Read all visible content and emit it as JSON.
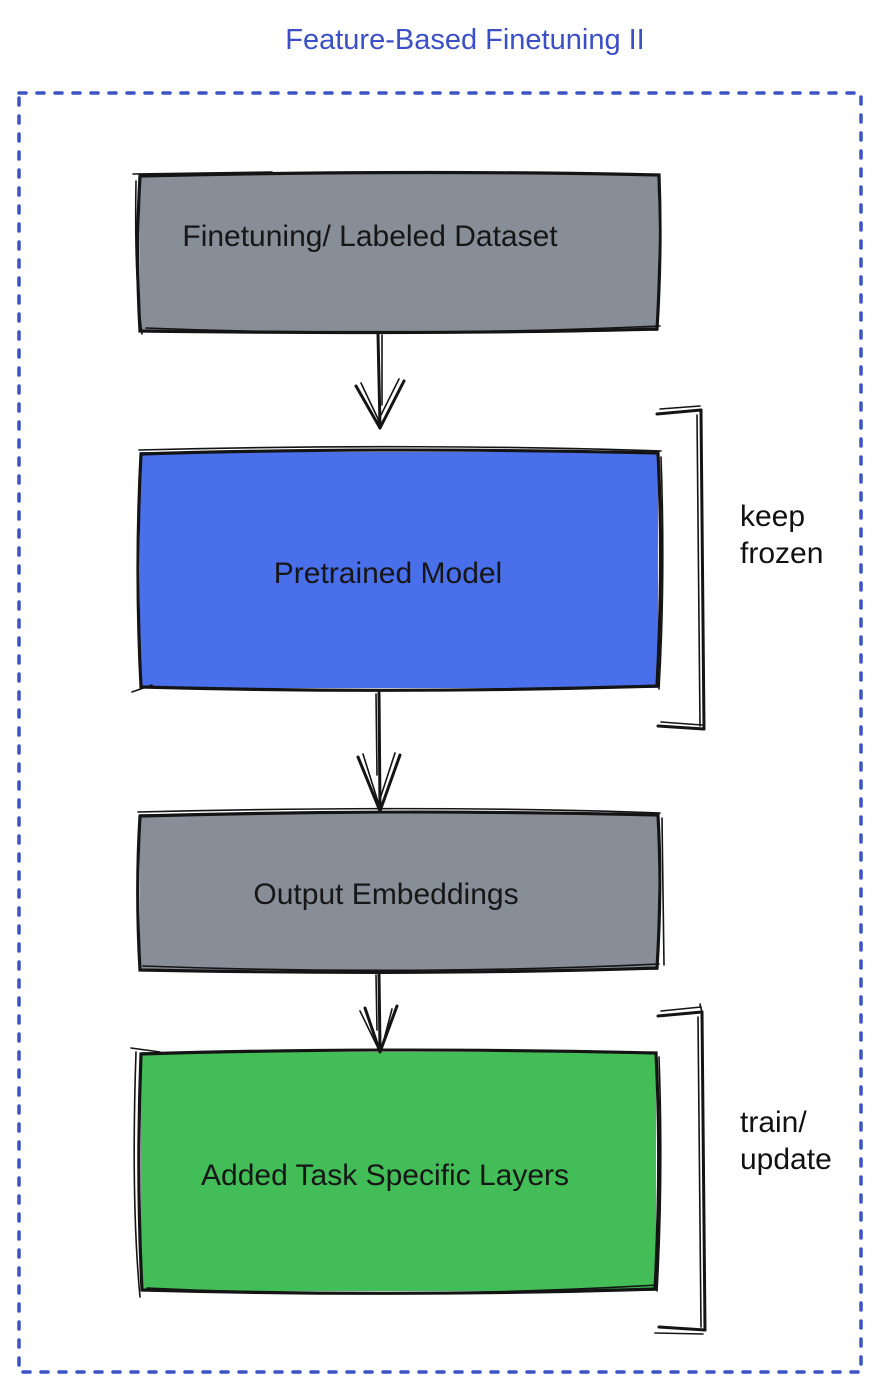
{
  "title": "Feature-Based Finetuning II",
  "colors": {
    "title_text": "#3B4FC7",
    "dotted_border": "#3C53C6",
    "box_gray": "#878E97",
    "box_blue": "#4A6FEB",
    "box_green": "#42BD57",
    "sketch_stroke": "#141414",
    "label_text": "#161616"
  },
  "boxes": [
    {
      "id": "finetuning-dataset",
      "label": "Finetuning/ Labeled Dataset",
      "fill": "gray"
    },
    {
      "id": "pretrained-model",
      "label": "Pretrained Model",
      "fill": "blue"
    },
    {
      "id": "output-embeddings",
      "label": "Output Embeddings",
      "fill": "gray"
    },
    {
      "id": "task-specific-layers",
      "label": "Added Task Specific Layers",
      "fill": "green"
    }
  ],
  "annotations": [
    {
      "id": "keep-frozen",
      "target": "pretrained-model",
      "lines": [
        "keep",
        "frozen"
      ]
    },
    {
      "id": "train-update",
      "target": "task-specific-layers",
      "lines": [
        "train/",
        "update"
      ]
    }
  ],
  "arrows": [
    {
      "from": "finetuning-dataset",
      "to": "pretrained-model"
    },
    {
      "from": "pretrained-model",
      "to": "output-embeddings"
    },
    {
      "from": "output-embeddings",
      "to": "task-specific-layers"
    }
  ]
}
